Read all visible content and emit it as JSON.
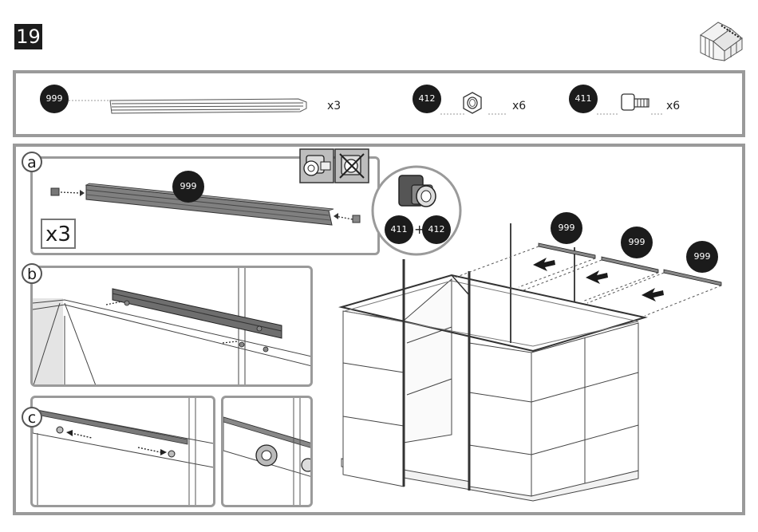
{
  "step": {
    "number": "19"
  },
  "parts": [
    {
      "id": "999",
      "qty": "x3"
    },
    {
      "id": "412",
      "qty": "x6"
    },
    {
      "id": "411",
      "qty": "x6"
    }
  ],
  "panel_a": {
    "letter": "a",
    "part": "999",
    "repeat": "x3",
    "combo_left": "411",
    "combo_plus": "+",
    "combo_right": "412"
  },
  "panel_b": {
    "letter": "b"
  },
  "panel_c": {
    "letter": "c"
  },
  "roof_labels": [
    "999",
    "999",
    "999"
  ],
  "icons": {
    "thumbnail": "greenhouse-thumbnail-icon",
    "nut": "hex-nut-icon",
    "bolt": "square-head-bolt-icon"
  }
}
